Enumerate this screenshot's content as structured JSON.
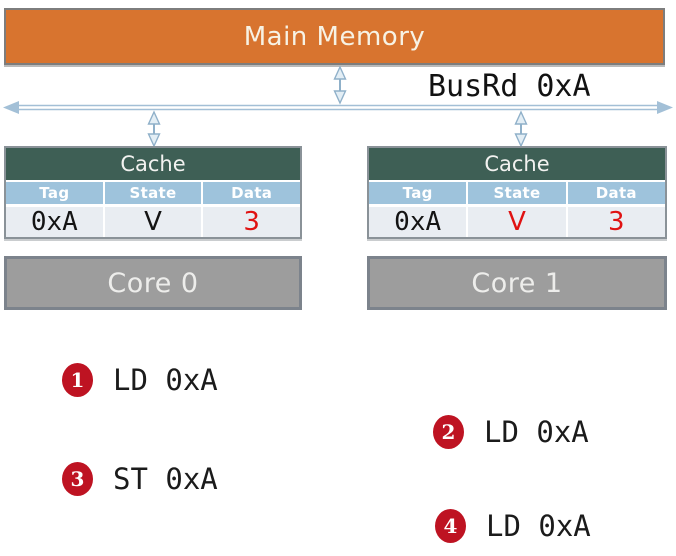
{
  "main_memory": {
    "label": "Main Memory"
  },
  "bus": {
    "label": "BusRd 0xA"
  },
  "caches": [
    {
      "title": "Cache",
      "columns": [
        "Tag",
        "State",
        "Data"
      ],
      "row": {
        "tag": "0xA",
        "state": "V",
        "data": "3",
        "tag_color": "black",
        "state_color": "black",
        "data_color": "red"
      }
    },
    {
      "title": "Cache",
      "columns": [
        "Tag",
        "State",
        "Data"
      ],
      "row": {
        "tag": "0xA",
        "state": "V",
        "data": "3",
        "tag_color": "black",
        "state_color": "red",
        "data_color": "red"
      }
    }
  ],
  "cores": [
    {
      "label": "Core 0"
    },
    {
      "label": "Core 1"
    }
  ],
  "operations": [
    {
      "number": "1",
      "label": "LD 0xA"
    },
    {
      "number": "2",
      "label": "LD 0xA"
    },
    {
      "number": "3",
      "label": "ST 0xA"
    },
    {
      "number": "4",
      "label": "LD 0xA"
    }
  ],
  "colors": {
    "memory_fill": "#D8742F",
    "cache_header_fill": "#3E5F55",
    "column_header_fill": "#9EC3DC",
    "row_fill": "#E9EDF2",
    "core_fill": "#9D9D9D",
    "arrow_blue": "#8FB0C9",
    "highlight_red": "#E01212",
    "badge_red": "#BE1322"
  }
}
